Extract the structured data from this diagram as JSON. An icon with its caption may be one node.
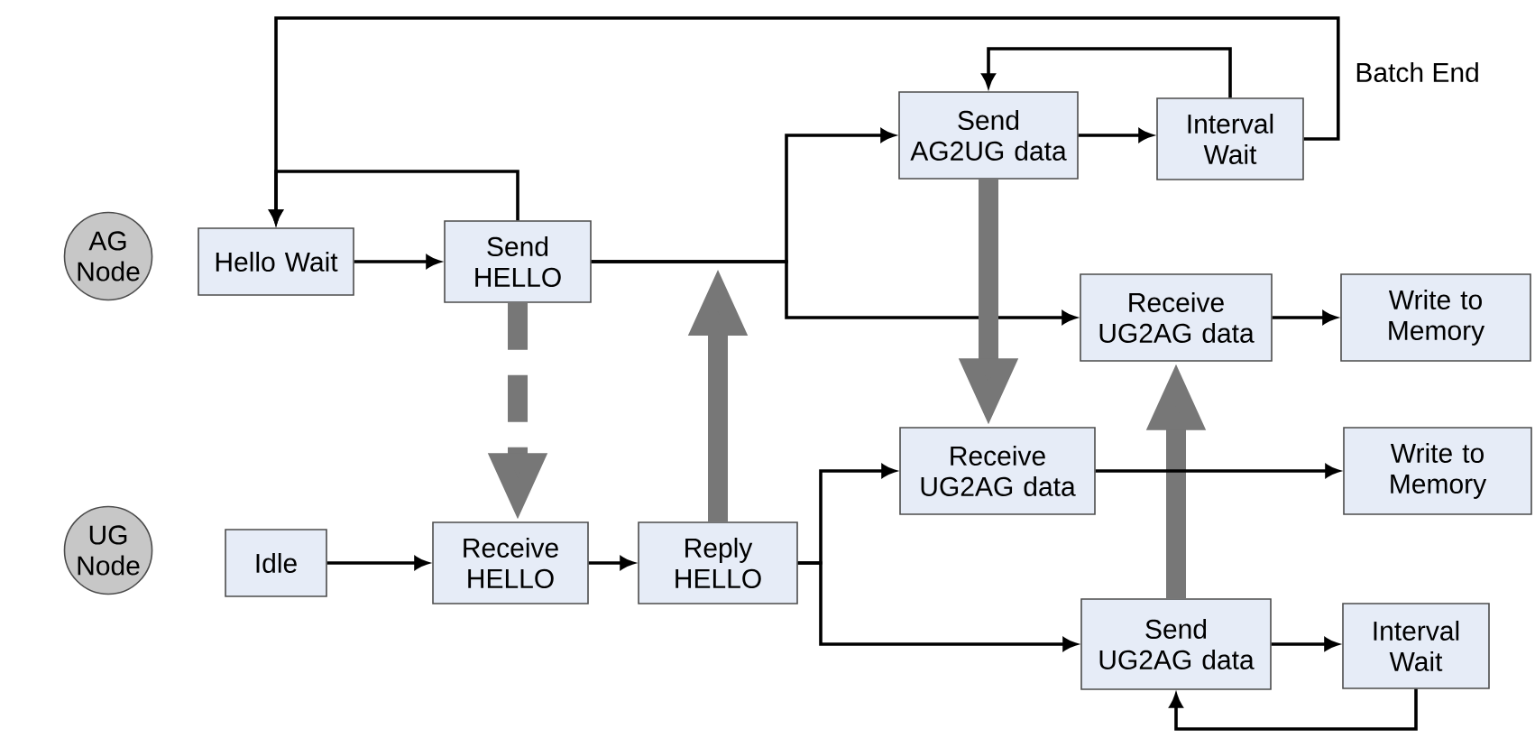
{
  "diagram": {
    "nodes": [
      {
        "text": [
          "AG Node"
        ]
      },
      {
        "text": [
          "UG Node"
        ]
      },
      {
        "text": [
          "Hello Wait"
        ]
      },
      {
        "text": [
          "Send HELLO"
        ]
      },
      {
        "text": [
          "Receive HELLO"
        ]
      },
      {
        "text": [
          "Idle"
        ]
      },
      {
        "text": [
          "Reply HELLO"
        ]
      },
      {
        "text": [
          "Send AG2UG data"
        ]
      },
      {
        "text": [
          "Interval Wait"
        ]
      },
      {
        "text": [
          "Receive UG2AG data"
        ]
      },
      {
        "text": [
          "Write to Memory"
        ]
      },
      {
        "text": [
          "Receive UG2AG data"
        ]
      },
      {
        "text": [
          "Write to Memory"
        ]
      },
      {
        "text": [
          "Send UG2AG data"
        ]
      },
      {
        "text": [
          "Interval Wait"
        ]
      }
    ],
    "edges": [
      {
        "from": 2,
        "to": 3,
        "arrow": "to"
      },
      {
        "from": 3,
        "to": 2,
        "arrow": "to"
      },
      {
        "from": 8,
        "to": 2,
        "arrow": "to"
      },
      {
        "from": 3,
        "to": 7,
        "arrow": "to"
      },
      {
        "from": 3,
        "to": 9,
        "arrow": "to"
      },
      {
        "from": 7,
        "to": 8,
        "arrow": "to"
      },
      {
        "from": 8,
        "to": 7,
        "arrow": "to"
      },
      {
        "from": 9,
        "to": 10,
        "arrow": "to"
      },
      {
        "from": 3,
        "to": 4,
        "arrow": "to",
        "style": "dashed",
        "color": "#777777"
      },
      {
        "from": 6,
        "to": null,
        "arrow": "to",
        "style": "thick",
        "color": "#777777"
      },
      {
        "from": 7,
        "to": 11,
        "arrow": "to",
        "style": "thick",
        "color": "#777777"
      },
      {
        "from": 13,
        "to": 9,
        "arrow": "to",
        "style": "thick",
        "color": "#777777"
      },
      {
        "from": 5,
        "to": 4,
        "arrow": "to"
      },
      {
        "from": 4,
        "to": 6,
        "arrow": "to"
      },
      {
        "from": 6,
        "to": 11,
        "arrow": "to"
      },
      {
        "from": 6,
        "to": 13,
        "arrow": "to"
      },
      {
        "from": 11,
        "to": 12,
        "arrow": "to"
      },
      {
        "from": 13,
        "to": 14,
        "arrow": "to"
      },
      {
        "from": 14,
        "to": 13,
        "arrow": "to"
      }
    ],
    "labels": [
      "Batch End"
    ]
  }
}
